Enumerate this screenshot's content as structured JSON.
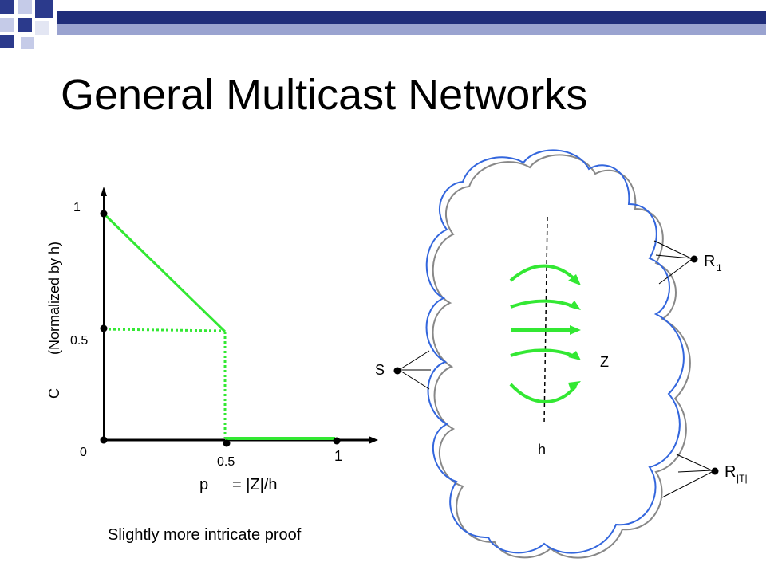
{
  "slide": {
    "title": "General Multicast Networks",
    "caption": "Slightly more intricate proof"
  },
  "plot": {
    "y_tick_1": "1",
    "y_tick_05": "0.5",
    "y_tick_0": "0",
    "x_tick_05": "0.5",
    "x_tick_1": "1",
    "y_label_c": "C",
    "y_label_norm": "(Normalized by h)",
    "x_label_p": "p",
    "x_label_eq": "= |Z|/h"
  },
  "network": {
    "source": "S",
    "cut": "Z",
    "h": "h",
    "receiver_1": "R",
    "receiver_1_sub": "1",
    "receiver_t": "R",
    "receiver_t_sub": "|T|"
  },
  "colors": {
    "accent_green": "#33e833",
    "cloud_blue": "#3366dd",
    "cloud_gray": "#888888",
    "header_blue": "#2b3a8c"
  }
}
